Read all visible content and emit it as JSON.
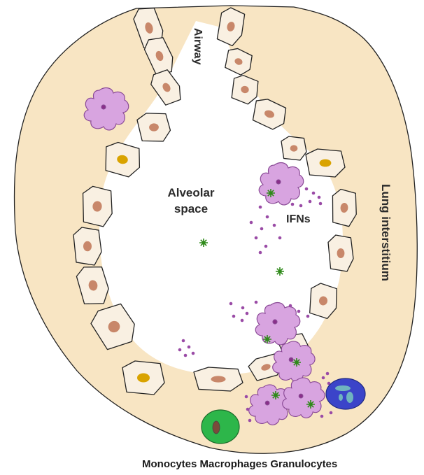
{
  "labels": {
    "airway": "Airway",
    "alveolar_line1": "Alveolar",
    "alveolar_line2": "space",
    "ifns": "IFNs",
    "lung_interstitium": "Lung interstitium",
    "bottom_caption": "Monocytes Macrophages Granulocytes"
  },
  "colors": {
    "interstitium": "#f8e5c3",
    "epithelial_cell": "#f9f0e2",
    "nucleus": "#c8876a",
    "nucleus_gold": "#d9a300",
    "macrophage": "#d8a4e0",
    "macrophage_edge": "#8a4a96",
    "ifn_dot": "#9a4ba6",
    "virus": "#2f8a1a",
    "monocyte": "#2db64a",
    "granulocyte": "#3b44c9"
  },
  "icons": [
    "virus-icon",
    "macrophage-icon",
    "monocyte-icon",
    "granulocyte-icon",
    "ifn-dot-icon"
  ]
}
